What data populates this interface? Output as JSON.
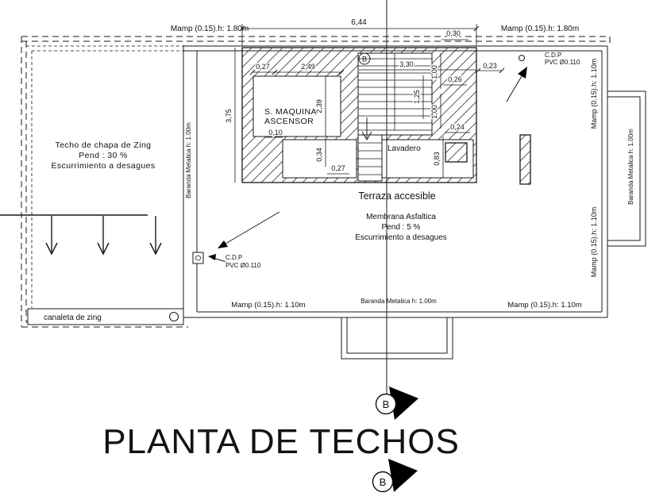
{
  "drawing_title": "PLANTA DE TECHOS",
  "ink_color": "#1a1a1a",
  "walls": {
    "mamp180_top_left": "Mamp (0.15).h: 1.80m",
    "mamp180_top_right": "Mamp (0.15).h: 1.80m",
    "mamp110_right_upper": "Mamp (0.15).h: 1.10m",
    "mamp110_right_lower": "Mamp (0.15).h: 1.10m",
    "mamp110_bottom_left": "Mamp (0.15).h: 1.10m",
    "mamp110_bottom_right": "Mamp (0.15).h: 1.10m",
    "baranda_left": "Baranda Metalica h: 1.00m",
    "baranda_right": "Baranda Metalica h: 1.00m",
    "baranda_bottom": "Baranda Metalica h: 1.00m"
  },
  "zinc_roof": {
    "line1": "Techo de chapa de Zing",
    "line2": "Pend : 30 %",
    "line3": "Escurrimiento a desagues",
    "canaleta": "canaleta de zing"
  },
  "terrace": {
    "name": "Terraza accesible",
    "line1": "Membrana Asfaltica",
    "line2": "Pend : 5 %",
    "line3": "Escurrimiento a desagues"
  },
  "rooms": {
    "machine1": "S. MAQUINA",
    "machine2": "ASCENSOR",
    "lavadero": "Lavadero"
  },
  "drains": {
    "right_l1": "C.D.P",
    "right_l2": "PVC  Ø0.110",
    "left_l1": "C.D.P",
    "left_l2": "PVC   Ø0.110"
  },
  "section": {
    "letter": "B",
    "grid_bubble": "B"
  },
  "dims": {
    "w644": "6,44",
    "w030": "0,30",
    "w027a": "0,27",
    "w249": "2,49",
    "w330": "3,30",
    "w023": "0,23",
    "h375": "3,75",
    "h239": "2,39",
    "h125": "1,25",
    "h100a": "1,00",
    "w026": "0,26",
    "h100b": "1,00",
    "w024": "0,24",
    "w010": "0,10",
    "h034": "0,34",
    "w027b": "0,27",
    "h083": "0,83"
  }
}
